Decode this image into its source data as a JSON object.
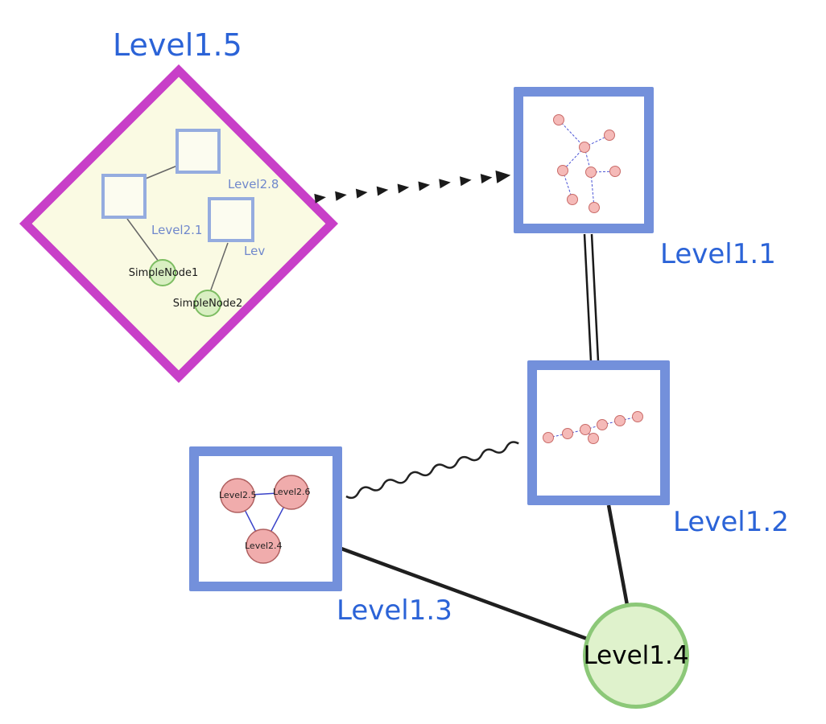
{
  "canvas": {
    "width": "1026",
    "height": "900"
  },
  "label_color": "#2b63d7",
  "nodes": {
    "level15": {
      "label": "Level1.5",
      "shape": "diamond-group",
      "border_color": "#c83fc8",
      "fill": "#fafae3"
    },
    "level11": {
      "label": "Level1.1",
      "shape": "square-group",
      "border_color": "#7390db"
    },
    "level12": {
      "label": "Level1.2",
      "shape": "square-group",
      "border_color": "#7390db"
    },
    "level13": {
      "label": "Level1.3",
      "shape": "square-group",
      "border_color": "#7390db"
    },
    "level14": {
      "label": "Level1.4",
      "shape": "circle",
      "border_color": "#8cc878",
      "fill": "#dff2cc"
    }
  },
  "level15_children": {
    "square_top": {
      "label": "Level2.8"
    },
    "square_left": {
      "label": "Level2.1"
    },
    "square_right": {
      "label": "Lev"
    },
    "circle1": {
      "label": "SimpleNode1"
    },
    "circle2": {
      "label": "SimpleNode2"
    }
  },
  "level13_children": {
    "left": {
      "label": "Level2.5"
    },
    "right": {
      "label": "Level2.6"
    },
    "bottom": {
      "label": "Level2.4"
    }
  },
  "edges": {
    "level15_to_level11": "dashed-arrow",
    "level11_to_level12": "double-line",
    "level13_to_level12": "wavy-line",
    "level13_to_level14": "solid-line",
    "level12_to_level14": "solid-line"
  }
}
